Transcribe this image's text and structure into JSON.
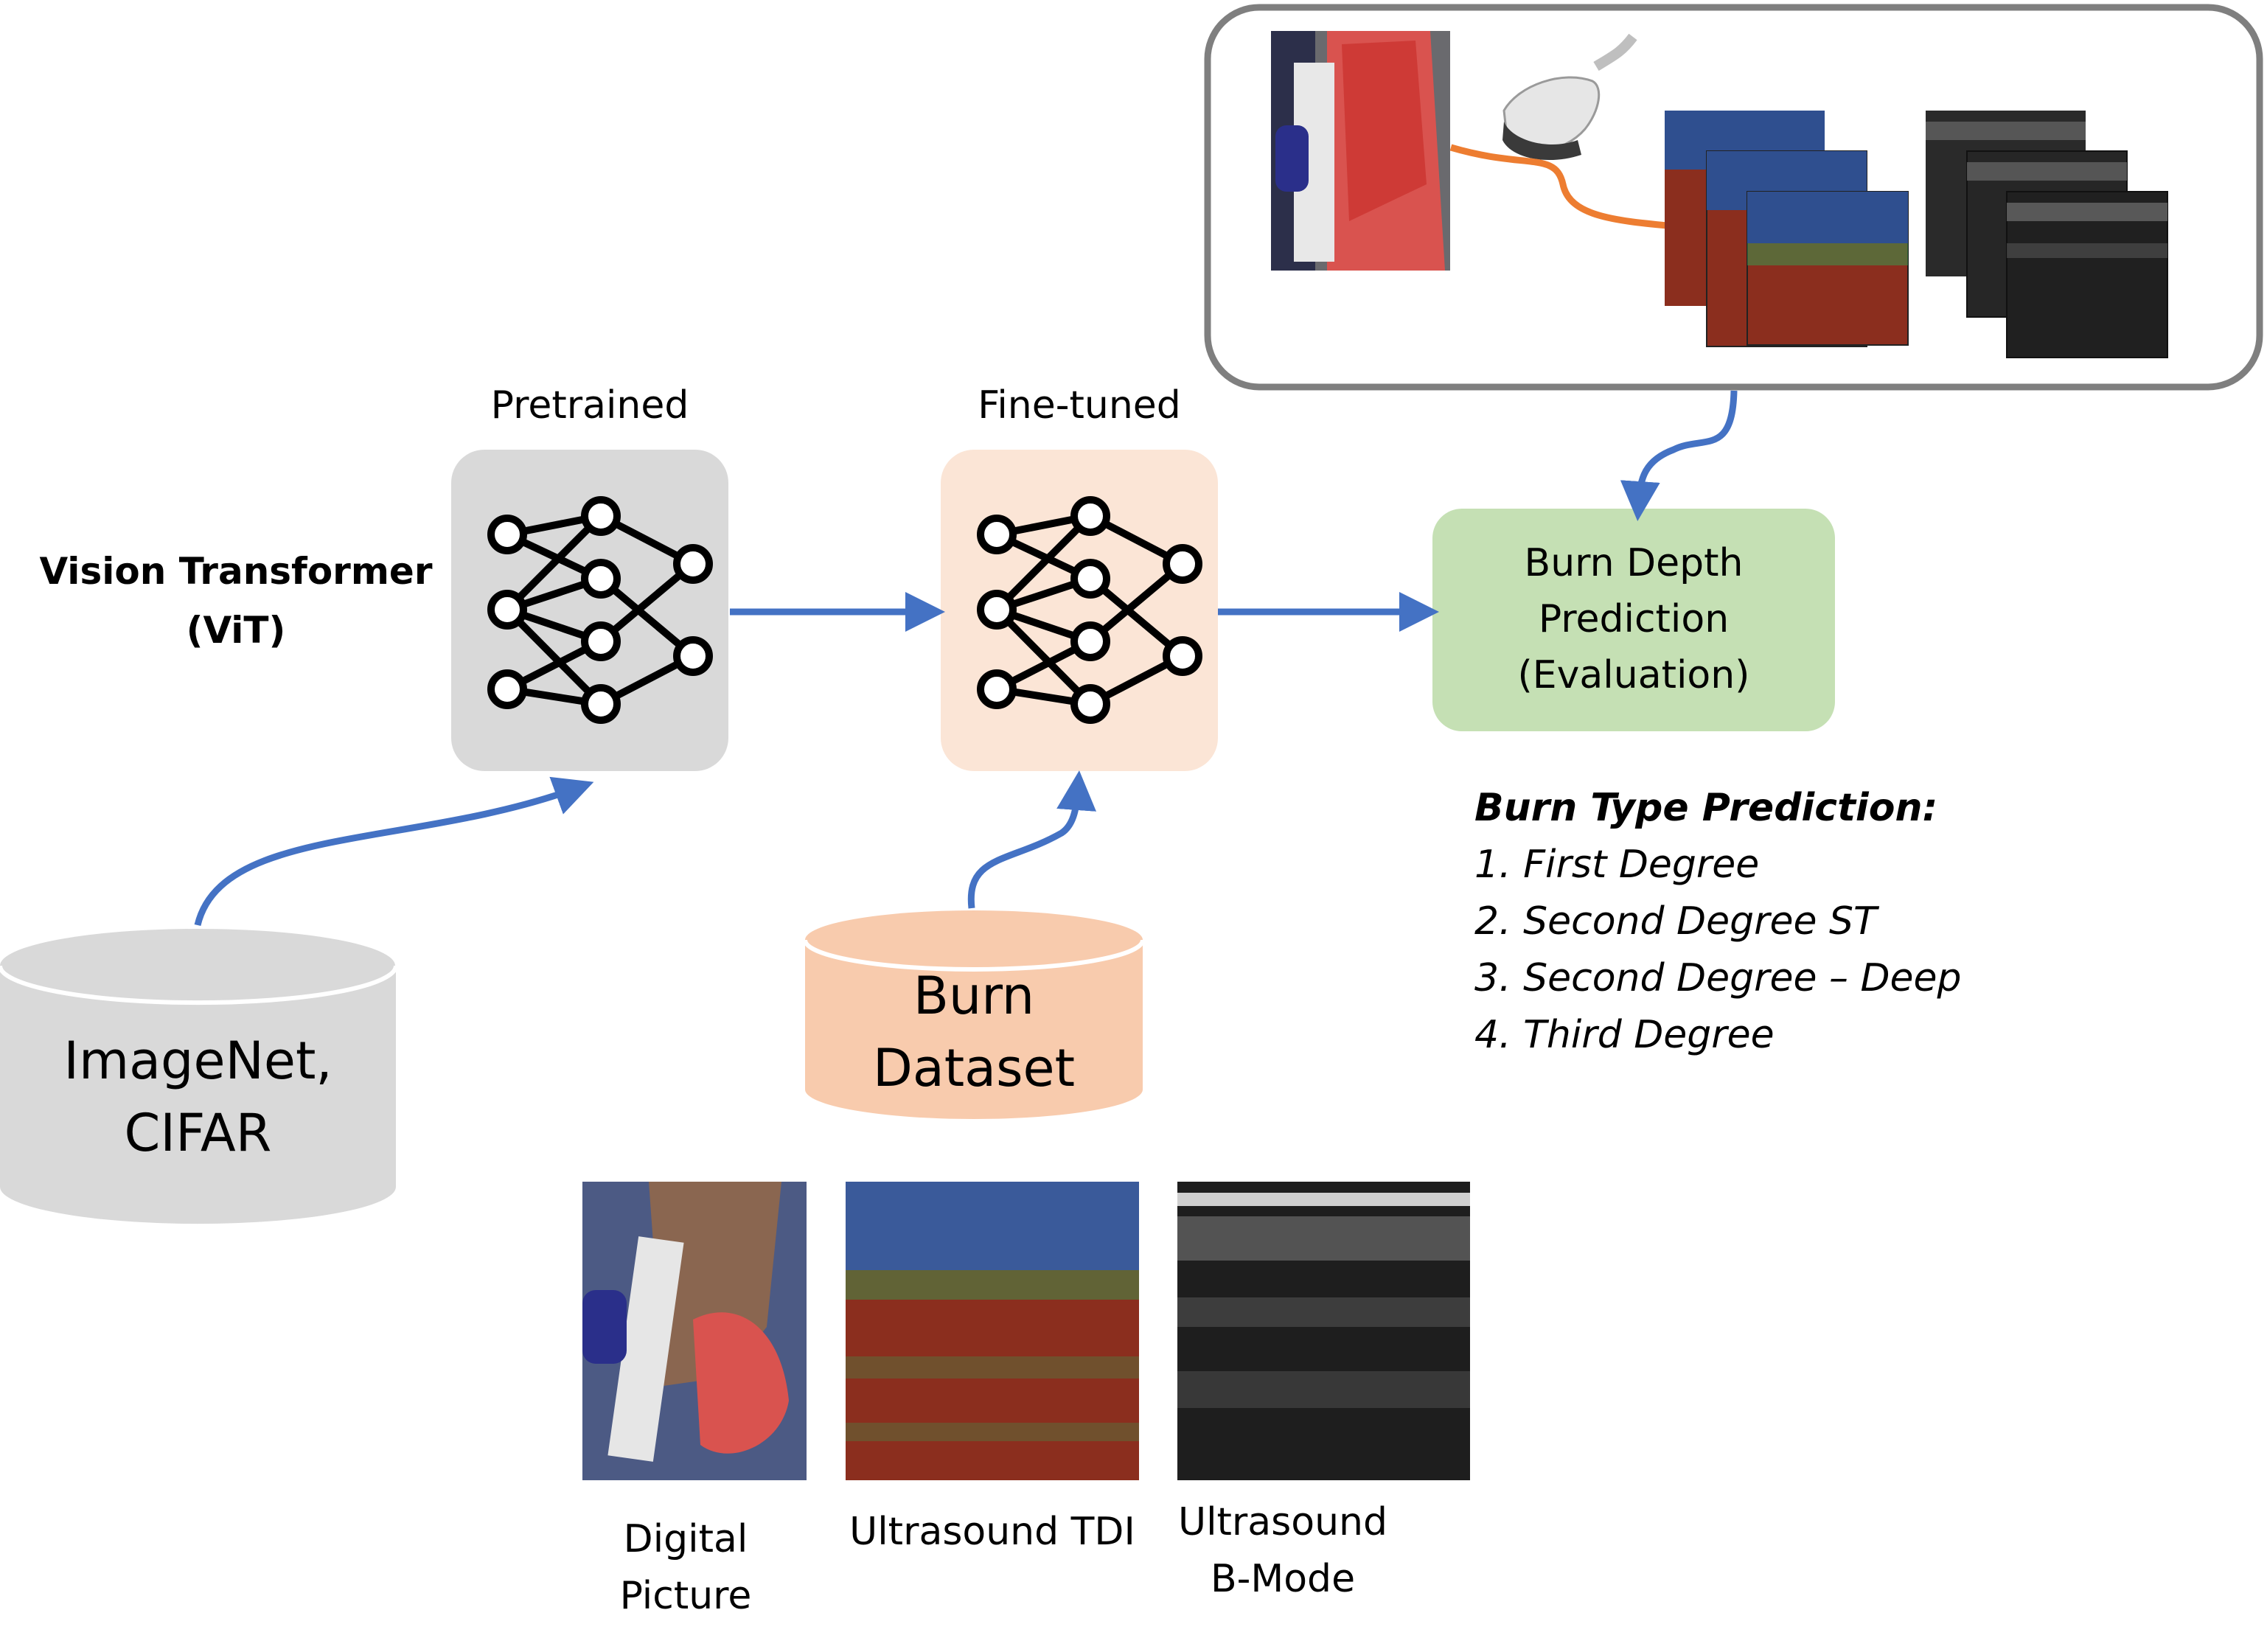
{
  "labels": {
    "vit_title": "Vision Transformer (ViT)",
    "pretrained": "Pretrained",
    "fine_tuned": "Fine-tuned",
    "prediction": "Burn Depth Prediction (Evaluation)"
  },
  "datasets": {
    "imagenet": "ImageNet, CIFAR",
    "burn": "Burn Dataset"
  },
  "burn_types": {
    "title": "Burn Type Prediction:",
    "items": [
      "1. First Degree",
      "2. Second Degree ST",
      "3. Second Degree – Deep",
      "4. Third Degree"
    ]
  },
  "modalities": [
    {
      "label": "Digital Picture"
    },
    {
      "label": "Ultrasound TDI"
    },
    {
      "label": "Ultrasound B-Mode"
    }
  ],
  "colors": {
    "arrow_blue": "#4472c4",
    "arrow_orange": "#ed7d31",
    "pretrained_box": "#d9d9d9",
    "finetuned_box": "#fbe5d6",
    "prediction_box": "#c5e0b4",
    "imagenet_cyl": "#d9d9d9",
    "burn_cyl": "#f8cbad",
    "panel_border": "#7f7f7f"
  }
}
